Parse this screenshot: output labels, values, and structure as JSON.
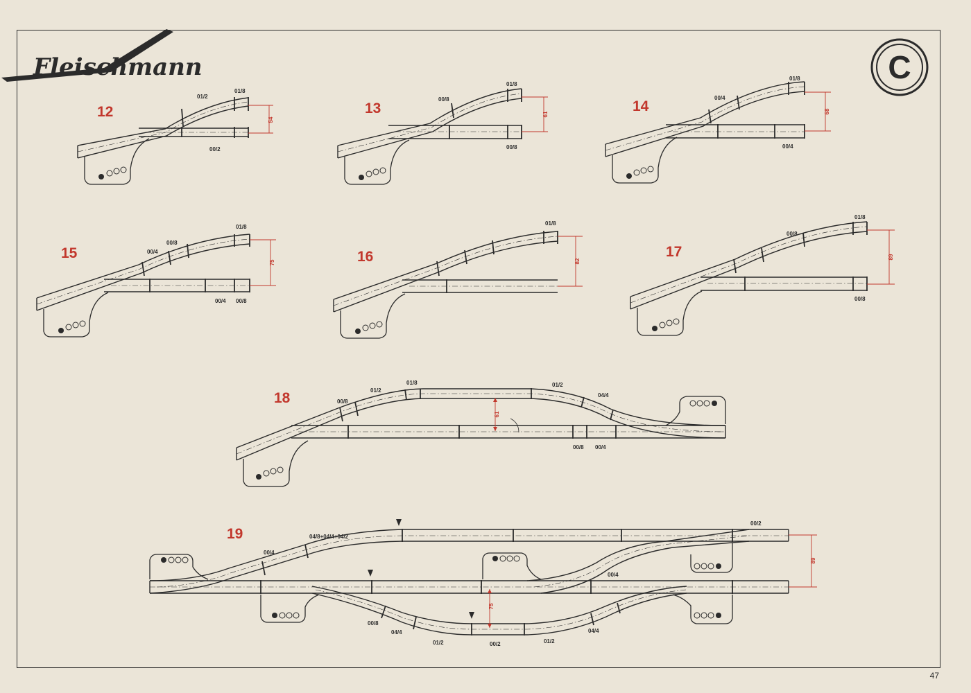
{
  "brand": {
    "logo_text": "Fleischmann",
    "emblem_letter": "C"
  },
  "page_number": "47",
  "diagrams": [
    {
      "number": "12",
      "labels": [
        "01/2",
        "01/8",
        "00/2"
      ],
      "dimension": "54"
    },
    {
      "number": "13",
      "labels": [
        "00/8",
        "01/8",
        "00/8"
      ],
      "dimension": "61"
    },
    {
      "number": "14",
      "labels": [
        "00/4",
        "01/8",
        "00/4"
      ],
      "dimension": "68"
    },
    {
      "number": "15",
      "labels": [
        "00/4",
        "00/8",
        "01/8",
        "00/4",
        "00/8"
      ],
      "dimension": "75"
    },
    {
      "number": "16",
      "labels": [
        "01/8"
      ],
      "dimension": "82"
    },
    {
      "number": "17",
      "labels": [
        "00/8",
        "01/8",
        "00/8"
      ],
      "dimension": "89"
    },
    {
      "number": "18",
      "labels": [
        "00/8",
        "01/2",
        "01/8",
        "01/2",
        "04/4",
        "00/8",
        "00/4"
      ],
      "dimension": "61"
    },
    {
      "number": "19",
      "labels": [
        "00/4",
        "04/8+04/4+04/2",
        "00/2",
        "00/4",
        "00/8",
        "04/4",
        "01/2",
        "00/2",
        "01/2",
        "04/4"
      ],
      "dimensions": [
        "89",
        "75"
      ]
    }
  ],
  "colors": {
    "paper": "#ebe5d8",
    "ink": "#2b2b2b",
    "accent": "#c2372c"
  }
}
